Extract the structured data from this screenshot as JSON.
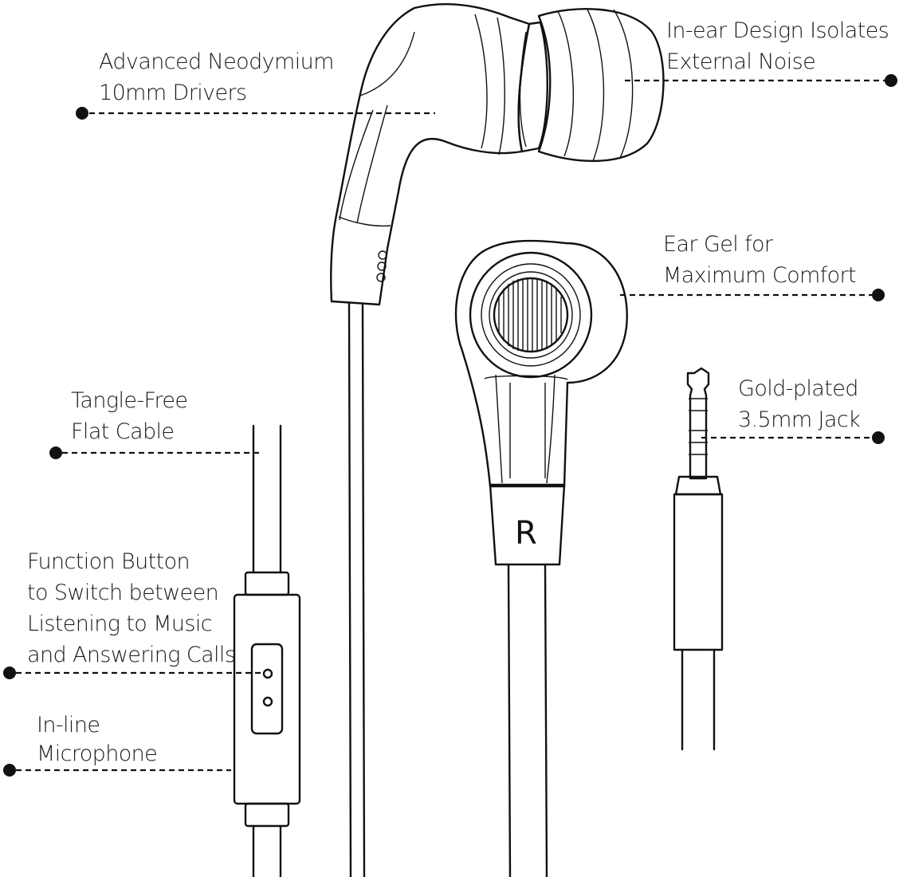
{
  "callouts": {
    "drivers": {
      "line1": "Advanced Neodymium",
      "line2": "10mm Drivers"
    },
    "in_ear": {
      "line1": "In-ear Design Isolates",
      "line2": "External Noise"
    },
    "ear_gel": {
      "line1": "Ear Gel for",
      "line2": "Maximum Comfort"
    },
    "jack": {
      "line1": "Gold-plated",
      "line2": "3.5mm Jack"
    },
    "cable": {
      "line1": "Tangle-Free",
      "line2": "Flat Cable"
    },
    "function_button": {
      "line1": "Function Button",
      "line2": "to Switch between",
      "line3": "Listening to Music",
      "line4": "and Answering Calls"
    },
    "microphone": {
      "line1": "In-line",
      "line2": "Microphone"
    }
  },
  "earbud_marker": "R"
}
